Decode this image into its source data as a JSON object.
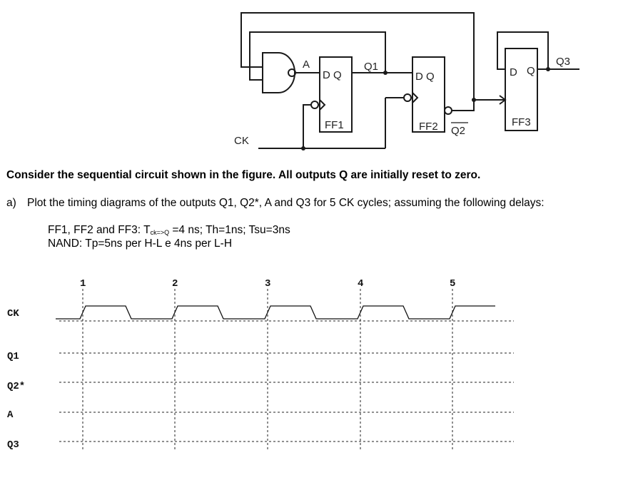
{
  "circuit": {
    "ff1_label": "FF1",
    "ff2_label": "FF2",
    "ff3_label": "FF3",
    "d_q_label": "D Q",
    "d_label": "D",
    "q_label": "Q",
    "node_a": "A",
    "node_q1": "Q1",
    "node_q2bar": "Q2",
    "node_q3": "Q3",
    "clock_label": "CK"
  },
  "problem": {
    "heading": "Consider the sequential circuit shown in the figure. All outputs Q are initially reset to zero.",
    "part_label": "a)",
    "question": "Plot the timing diagrams of the outputs Q1, Q2*, A  and  Q3 for 5 CK cycles; assuming the following delays:",
    "delays_ff_prefix": "FF1, FF2 and  FF3: T",
    "delays_ff_sub": "ck=>Q",
    "delays_ff_suffix": " =4 ns; Th=1ns; Tsu=3ns",
    "delays_nand": "NAND: Tp=5ns per H-L e 4ns per L-H"
  },
  "timing": {
    "signals": [
      "CK",
      "Q1",
      "Q2*",
      "A",
      "Q3"
    ],
    "cycle_numbers": [
      "1",
      "2",
      "3",
      "4",
      "5"
    ]
  }
}
